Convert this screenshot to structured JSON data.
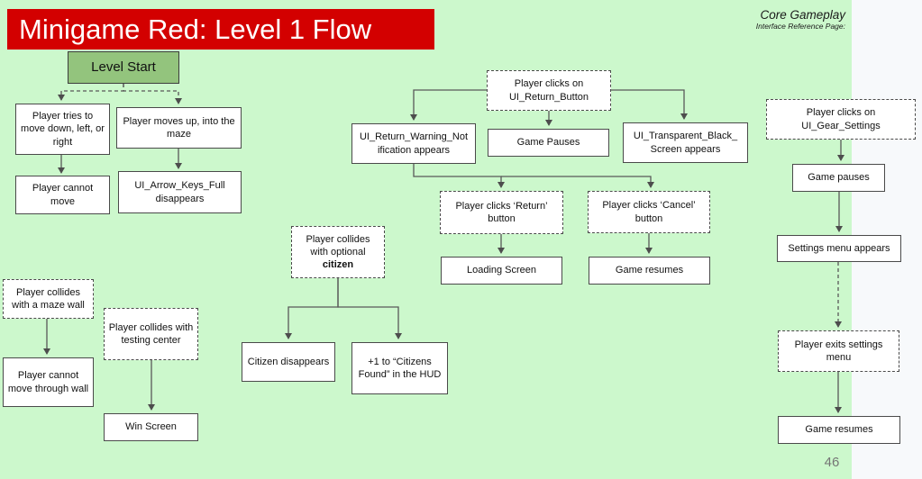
{
  "header": {
    "title": "Minigame Red: Level 1 Flow",
    "corner_line1": "Core Gameplay",
    "corner_line2": "Interface Reference Page:"
  },
  "footer": {
    "page_number": "46"
  },
  "colors": {
    "slide_background_green": "#ccf8cc",
    "right_margin": "#f7f9fb",
    "title_banner_red": "#d30000",
    "title_text": "#ffffff",
    "start_node_green": "#93c47d",
    "box_border": "#4a4a4a",
    "connector_gray": "#595959"
  },
  "nodes": {
    "level_start": "Level Start",
    "tries_move": "Player tries to move down, left, or right",
    "moves_up": "Player moves up, into the maze",
    "cannot_move": "Player cannot move",
    "arrow_keys": "UI_Arrow_Keys_Full disappears",
    "maze_wall": "Player collides with a maze wall",
    "testing_center": "Player collides with testing center",
    "cannot_move_wall": "Player cannot move through wall",
    "win_screen": "Win Screen",
    "citizen_main": "Player collides with optional",
    "citizen_bold": "citizen",
    "citizen_disappears": "Citizen disappears",
    "citizens_found": "+1 to “Citizens Found” in the HUD",
    "return_button": "Player clicks on UI_Return_Button",
    "warning_notification": "UI_Return_Warning_Not​ification appears",
    "game_pauses_mid": "Game Pauses",
    "black_screen": "UI_Transparent_Black_​Screen appears",
    "clicks_return": "Player clicks ‘Return’ button",
    "clicks_cancel": "Player clicks ‘Cancel’ button",
    "loading_screen": "Loading Screen",
    "game_resumes_mid": "Game resumes",
    "gear_settings": "Player clicks on UI_Gear_Settings",
    "game_pauses_right": "Game pauses",
    "settings_menu": "Settings menu appears",
    "exits_settings": "Player exits settings menu",
    "game_resumes_right": "Game resumes"
  }
}
